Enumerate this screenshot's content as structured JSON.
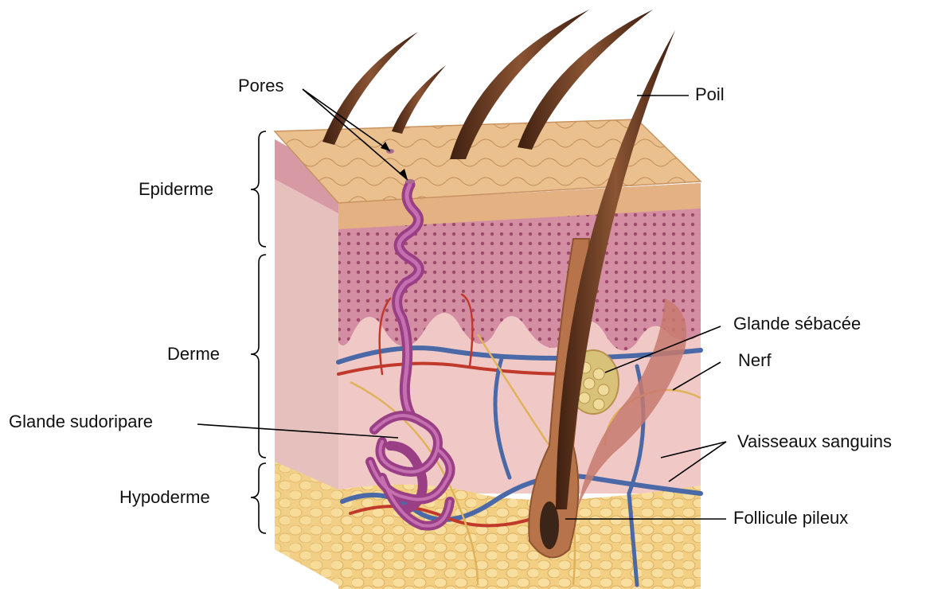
{
  "labels": {
    "pores": "Pores",
    "poil": "Poil",
    "epiderme": "Epiderme",
    "derme": "Derme",
    "hypoderme": "Hypoderme",
    "glande_sebacee": "Glande sébacée",
    "nerf": "Nerf",
    "glande_sudoripare": "Glande sudoripare",
    "vaisseaux_sanguins": "Vaisseaux sanguins",
    "follicule_pileux": "Follicule pileux"
  },
  "colors": {
    "epidermis_top": "#e8b98a",
    "epidermis_layer": "#d98fa0",
    "dermis": "#efc7c7",
    "hypodermis_fat": "#f6d68c",
    "sweat_gland": "#9a3f85",
    "hair": "#6e3b22",
    "vein": "#4a69a6",
    "artery": "#c0392b",
    "nerve": "#e0b25a"
  }
}
